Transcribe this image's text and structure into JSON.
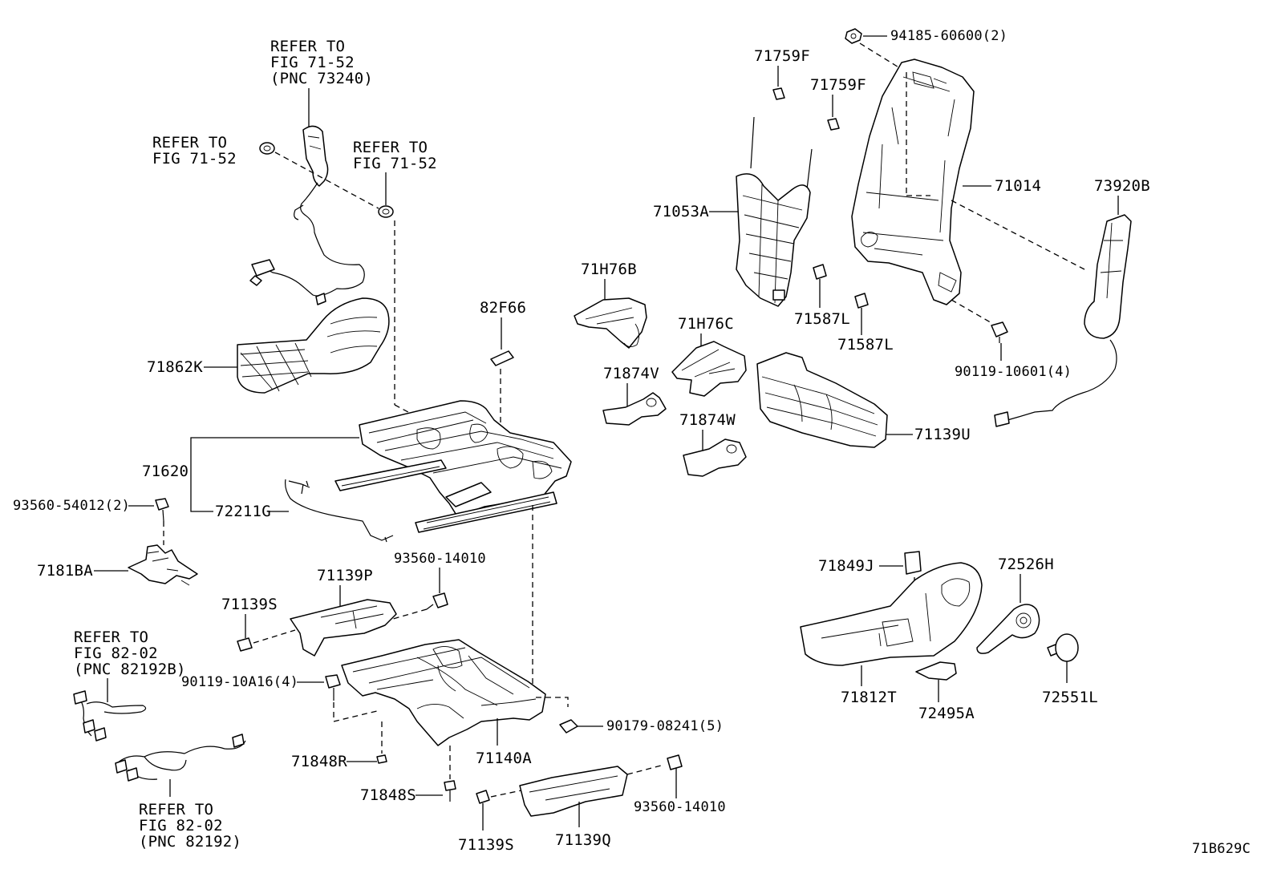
{
  "diagram_id": "71B629C",
  "labels": {
    "refer_71_52_pnc": [
      "REFER TO",
      "FIG 71-52",
      "(PNC 73240)"
    ],
    "refer_71_52_left": [
      "REFER TO",
      "FIG 71-52"
    ],
    "refer_71_52_right": [
      "REFER TO",
      "FIG 71-52"
    ],
    "refer_82_02_pnc_b": [
      "REFER TO",
      "FIG 82-02",
      "(PNC 82192B)"
    ],
    "refer_82_02_pnc": [
      "REFER TO",
      "FIG 82-02",
      "(PNC 82192)"
    ],
    "p71862K": "71862K",
    "p82F66": "82F66",
    "p71620": "71620",
    "p72211G": "72211G",
    "p93560_54012": "93560-54012(2)",
    "p7181BA": "7181BA",
    "p71139P": "71139P",
    "p93560_14010_a": "93560-14010",
    "p71139S_a": "71139S",
    "p90119_10A16": "90119-10A16(4)",
    "p71848R": "71848R",
    "p71140A": "71140A",
    "p90179_08241": "90179-08241(5)",
    "p71848S": "71848S",
    "p71139S_b": "71139S",
    "p71139Q": "71139Q",
    "p93560_14010_b": "93560-14010",
    "p71759F_a": "71759F",
    "p71759F_b": "71759F",
    "p94185_60600": "94185-60600(2)",
    "p71053A": "71053A",
    "p71014": "71014",
    "p73920B": "73920B",
    "p71H76B": "71H76B",
    "p71H76C": "71H76C",
    "p71587L_a": "71587L",
    "p71587L_b": "71587L",
    "p90119_10601": "90119-10601(4)",
    "p71874V": "71874V",
    "p71874W": "71874W",
    "p71139U": "71139U",
    "p71849J": "71849J",
    "p72526H": "72526H",
    "p71812T": "71812T",
    "p72495A": "72495A",
    "p72551L": "72551L"
  }
}
